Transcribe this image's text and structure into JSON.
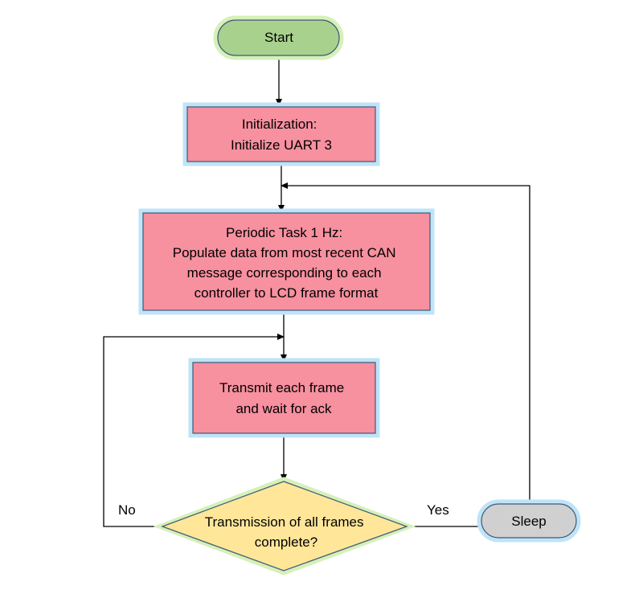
{
  "nodes": {
    "start": {
      "label": "Start"
    },
    "init": {
      "lines": [
        "Initialization:",
        "Initialize UART 3"
      ]
    },
    "periodic": {
      "lines": [
        "Periodic Task 1 Hz:",
        "Populate data from most recent CAN",
        "message corresponding to each",
        "controller to LCD frame format"
      ]
    },
    "transmit": {
      "lines": [
        "Transmit each frame",
        "and wait for ack"
      ]
    },
    "decision": {
      "lines": [
        "Transmission of all frames",
        "complete?"
      ]
    },
    "sleep": {
      "label": "Sleep"
    }
  },
  "edges": {
    "no_label": "No",
    "yes_label": "Yes"
  },
  "colors": {
    "terminal_start_fill": "#a9d18e",
    "terminal_start_glow": "#d6f0b8",
    "process_fill": "#f7909f",
    "process_glow": "#bfe3f7",
    "decision_fill": "#ffe699",
    "decision_glow": "#d6f0b8",
    "terminal_sleep_fill": "#d0d0d0",
    "terminal_sleep_glow": "#bfe3f7",
    "stroke": "#3c5a78",
    "connector": "#000000"
  }
}
